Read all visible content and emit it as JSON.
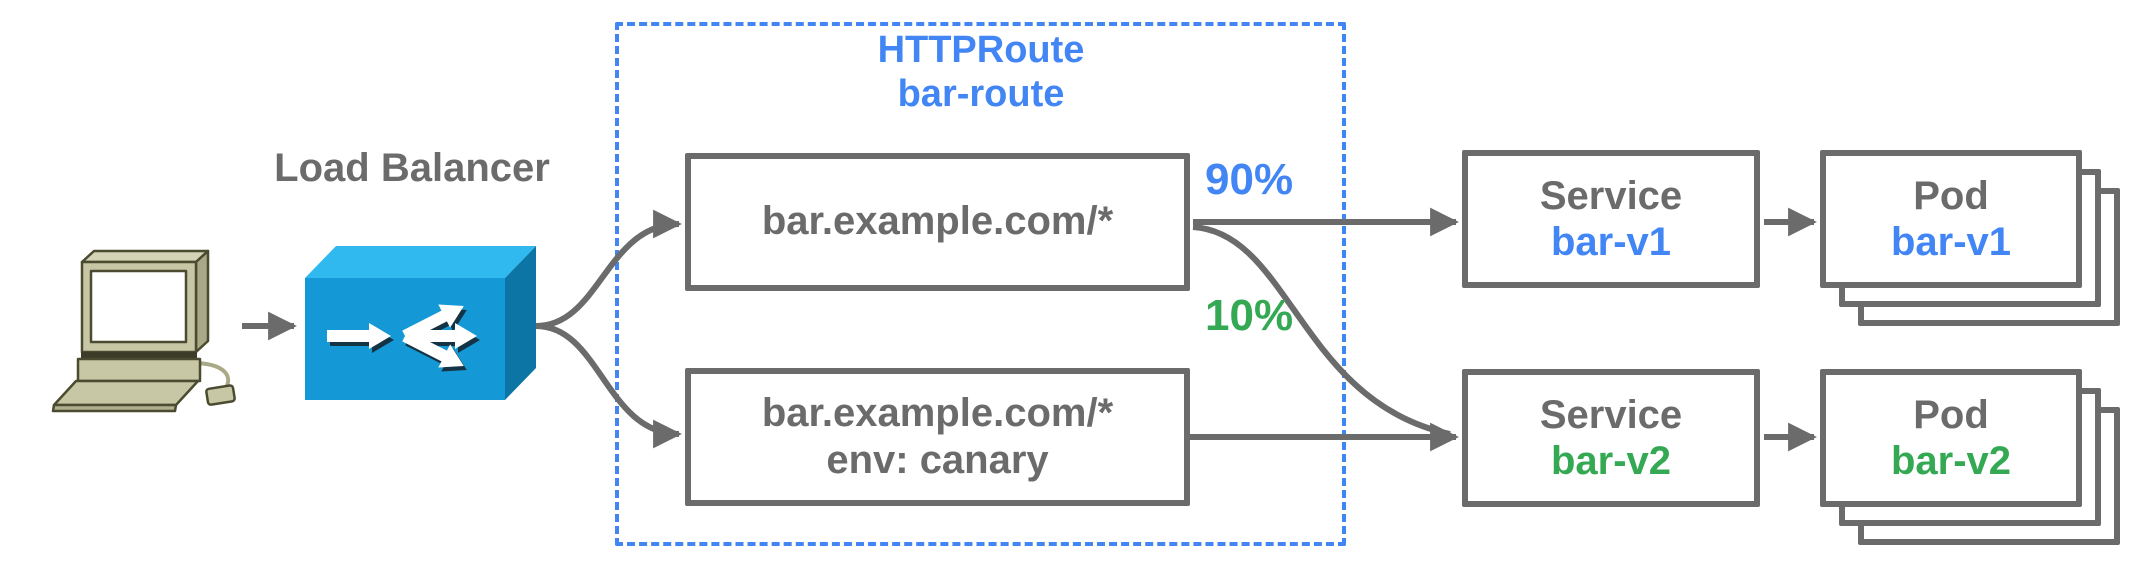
{
  "colors": {
    "accent_blue": "#4285F4",
    "accent_green": "#34A853",
    "line_gray": "#6b6b6b",
    "lb_front": "#1599D6",
    "lb_top": "#2FB9EF",
    "lb_side": "#0C75A6",
    "computer_body": "#C7C7A6"
  },
  "client": {
    "icon": "desktop-computer"
  },
  "load_balancer": {
    "label": "Load Balancer",
    "icon": "load-balancer-cube"
  },
  "httproute": {
    "kind": "HTTPRoute",
    "name": "bar-route",
    "rules": [
      {
        "lines": [
          "bar.example.com/*"
        ]
      },
      {
        "lines": [
          "bar.example.com/*",
          "env: canary"
        ]
      }
    ]
  },
  "traffic_split": [
    {
      "label": "90%",
      "value": 90,
      "color": "#4285F4"
    },
    {
      "label": "10%",
      "value": 10,
      "color": "#34A853"
    }
  ],
  "services": [
    {
      "type_label": "Service",
      "name": "bar-v1",
      "name_color": "#4285F4"
    },
    {
      "type_label": "Service",
      "name": "bar-v2",
      "name_color": "#34A853"
    }
  ],
  "pods": [
    {
      "type_label": "Pod",
      "name": "bar-v1",
      "name_color": "#4285F4"
    },
    {
      "type_label": "Pod",
      "name": "bar-v2",
      "name_color": "#34A853"
    }
  ]
}
